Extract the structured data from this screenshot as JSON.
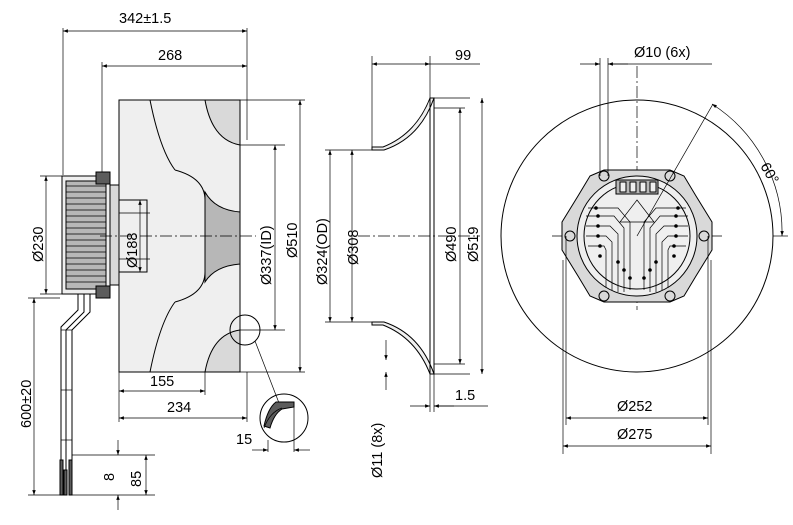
{
  "drawing": {
    "type": "technical-drawing",
    "views": [
      "side-view",
      "housing-section",
      "front-view"
    ]
  },
  "side_view": {
    "dims": {
      "overall_length": "342±1.5",
      "wheel_length": "268",
      "motor_diameter": "Ø230",
      "shaft_diameter": "Ø188",
      "inner_diameter": "Ø337(ID)",
      "outer_diameter": "Ø510",
      "cable_length": "600±20",
      "width_155": "155",
      "width_234": "234",
      "detail_15": "15",
      "cable_8": "8",
      "cable_85": "85"
    }
  },
  "housing_view": {
    "dims": {
      "depth": "99",
      "od": "Ø324(OD)",
      "d308": "Ø308",
      "d490": "Ø490",
      "d519": "Ø519",
      "holes": "Ø11 (8x)",
      "thickness": "1.5"
    }
  },
  "front_view": {
    "dims": {
      "holes": "Ø10 (6x)",
      "angle": "60°",
      "pcd_252": "Ø252",
      "pcd_275": "Ø275"
    }
  }
}
